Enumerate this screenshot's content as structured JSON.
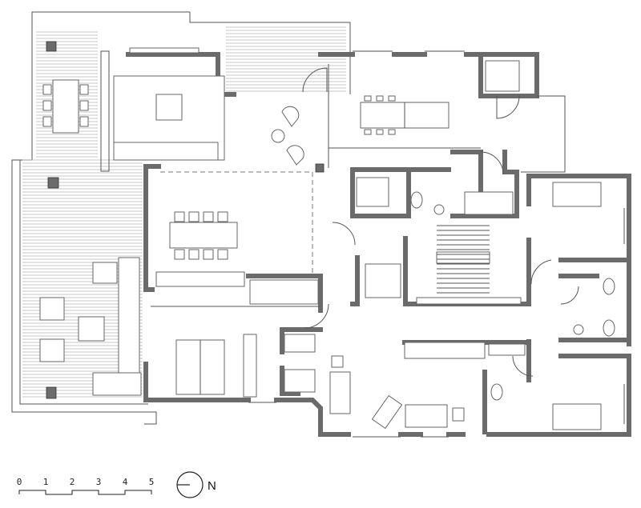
{
  "drawing": {
    "type": "architectural floor plan",
    "wall_color": "#6b6b6b",
    "line_color": "#555555"
  },
  "scale_bar": {
    "labels": [
      "0",
      "1",
      "2",
      "3",
      "4",
      "5"
    ]
  },
  "north_arrow": {
    "label": "N",
    "icon": "north-arrow-icon"
  }
}
